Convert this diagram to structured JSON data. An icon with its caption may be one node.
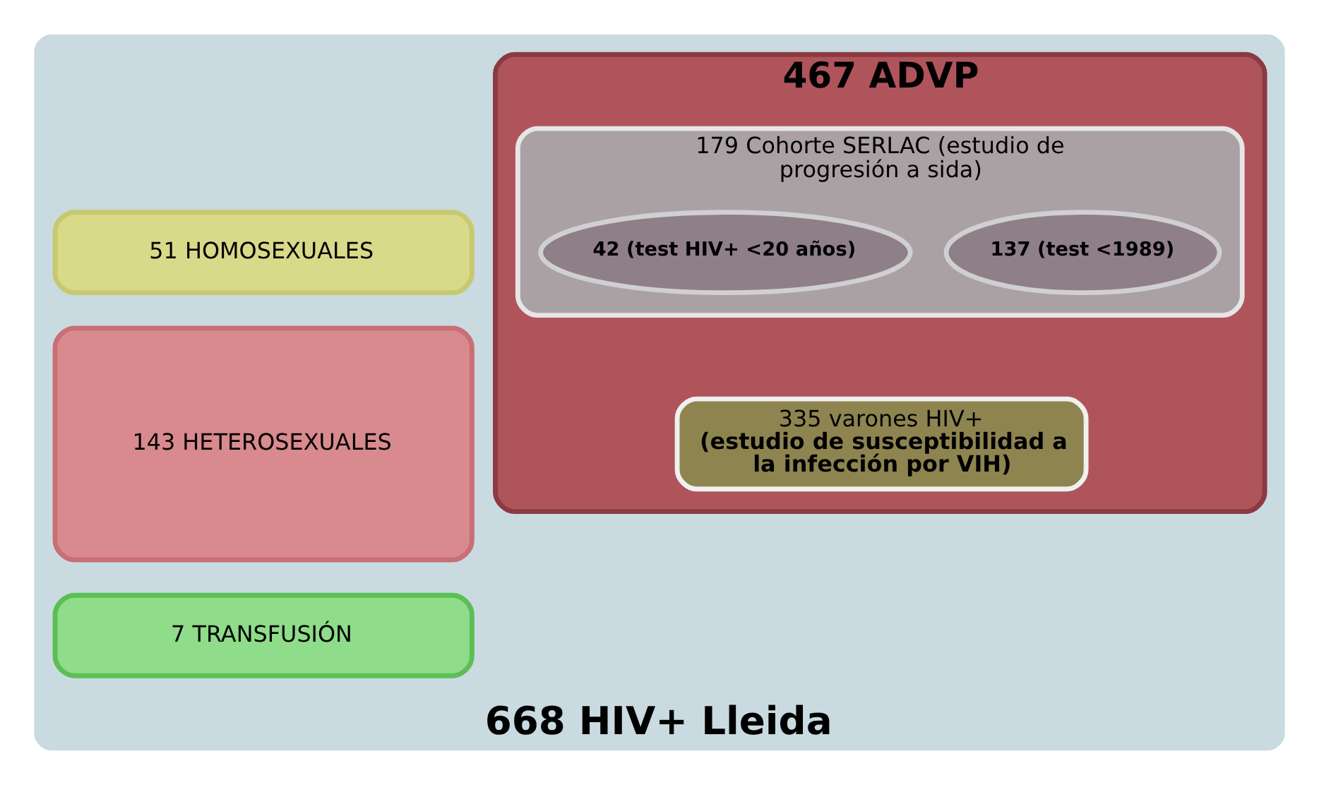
{
  "diagram": {
    "nodes": [
      {
        "text": [
          "668 HIV+ Lleida"
        ]
      },
      {
        "text": [
          "467 ADVP"
        ],
        "in": 0
      },
      {
        "text": [
          "179 Cohorte SERLAC (estudio de progresión a sida)"
        ],
        "in": 1
      },
      {
        "text": [
          "137 (test <1989)"
        ],
        "in": 2
      },
      {
        "text": [
          "42 (test HIV+ <20 años)"
        ],
        "in": 2
      },
      {
        "text": [
          "335 varones HIV+",
          "(estudio de susceptibilidad a la infección por VIH)"
        ],
        "in": 1
      },
      {
        "text": [
          "51 HOMOSEXUALES"
        ],
        "in": 0
      },
      {
        "text": [
          "143 HETEROSEXUALES"
        ],
        "in": 0
      },
      {
        "text": [
          "7 TRANSFUSIÓN"
        ],
        "in": 0
      }
    ]
  }
}
